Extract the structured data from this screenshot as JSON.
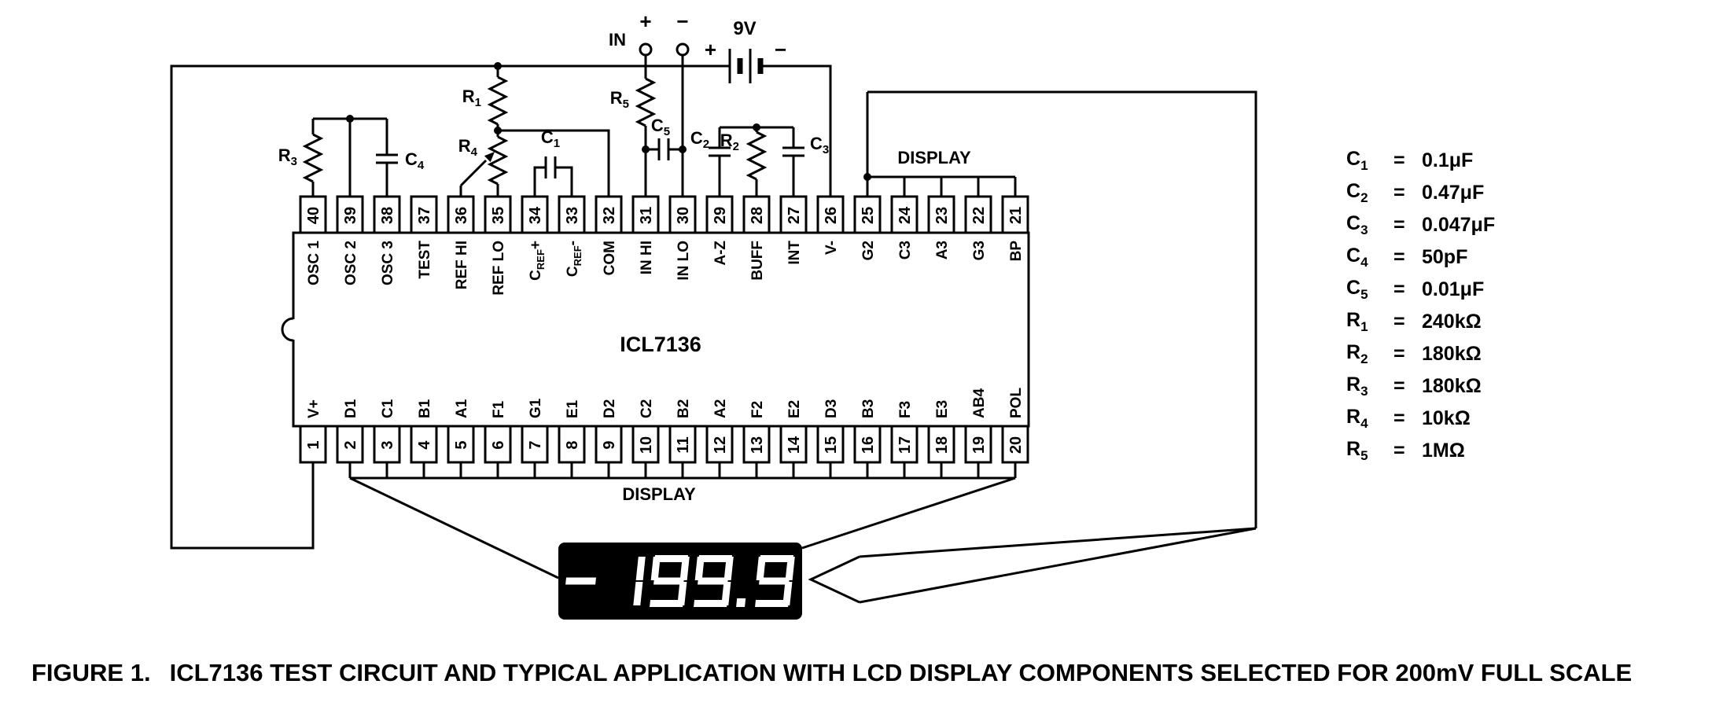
{
  "figure": {
    "caption_prefix": "FIGURE 1.",
    "caption": "ICL7136 TEST CIRCUIT AND TYPICAL APPLICATION WITH LCD DISPLAY COMPONENTS SELECTED FOR 200mV FULL SCALE"
  },
  "ic": {
    "label": "ICL7136",
    "pins_top": [
      {
        "num": "40",
        "name": "OSC 1"
      },
      {
        "num": "39",
        "name": "OSC 2"
      },
      {
        "num": "38",
        "name": "OSC 3"
      },
      {
        "num": "37",
        "name": "TEST"
      },
      {
        "num": "36",
        "name": "REF HI"
      },
      {
        "num": "35",
        "name": "REF LO"
      },
      {
        "num": "34",
        "name": "CREF+"
      },
      {
        "num": "33",
        "name": "CREF-"
      },
      {
        "num": "32",
        "name": "COM"
      },
      {
        "num": "31",
        "name": "IN HI"
      },
      {
        "num": "30",
        "name": "IN LO"
      },
      {
        "num": "29",
        "name": "A-Z"
      },
      {
        "num": "28",
        "name": "BUFF"
      },
      {
        "num": "27",
        "name": "INT"
      },
      {
        "num": "26",
        "name": "V-"
      },
      {
        "num": "25",
        "name": "G2"
      },
      {
        "num": "24",
        "name": "C3"
      },
      {
        "num": "23",
        "name": "A3"
      },
      {
        "num": "22",
        "name": "G3"
      },
      {
        "num": "21",
        "name": "BP"
      }
    ],
    "pins_bottom": [
      {
        "num": "1",
        "name": "V+"
      },
      {
        "num": "2",
        "name": "D1"
      },
      {
        "num": "3",
        "name": "C1"
      },
      {
        "num": "4",
        "name": "B1"
      },
      {
        "num": "5",
        "name": "A1"
      },
      {
        "num": "6",
        "name": "F1"
      },
      {
        "num": "7",
        "name": "G1"
      },
      {
        "num": "8",
        "name": "E1"
      },
      {
        "num": "9",
        "name": "D2"
      },
      {
        "num": "10",
        "name": "C2"
      },
      {
        "num": "11",
        "name": "B2"
      },
      {
        "num": "12",
        "name": "A2"
      },
      {
        "num": "13",
        "name": "F2"
      },
      {
        "num": "14",
        "name": "E2"
      },
      {
        "num": "15",
        "name": "D3"
      },
      {
        "num": "16",
        "name": "B3"
      },
      {
        "num": "17",
        "name": "F3"
      },
      {
        "num": "18",
        "name": "E3"
      },
      {
        "num": "19",
        "name": "AB4"
      },
      {
        "num": "20",
        "name": "POL"
      }
    ]
  },
  "power": {
    "battery_label": "9V",
    "plus": "+",
    "minus": "−"
  },
  "input": {
    "label": "IN",
    "plus": "+",
    "minus": "−"
  },
  "display": {
    "top_label": "DISPLAY",
    "bottom_label": "DISPLAY",
    "value": "-199.9"
  },
  "refs": {
    "r1": {
      "sym": "R",
      "sub": "1"
    },
    "r2": {
      "sym": "R",
      "sub": "2"
    },
    "r3": {
      "sym": "R",
      "sub": "3"
    },
    "r4": {
      "sym": "R",
      "sub": "4"
    },
    "r5": {
      "sym": "R",
      "sub": "5"
    },
    "c1": {
      "sym": "C",
      "sub": "1"
    },
    "c2": {
      "sym": "C",
      "sub": "2"
    },
    "c3": {
      "sym": "C",
      "sub": "3"
    },
    "c4": {
      "sym": "C",
      "sub": "4"
    },
    "c5": {
      "sym": "C",
      "sub": "5"
    }
  },
  "component_list": {
    "equals_sign": "=",
    "items": [
      {
        "sym": "C",
        "sub": "1",
        "value": "0.1μF"
      },
      {
        "sym": "C",
        "sub": "2",
        "value": "0.47μF"
      },
      {
        "sym": "C",
        "sub": "3",
        "value": "0.047μF"
      },
      {
        "sym": "C",
        "sub": "4",
        "value": "50pF"
      },
      {
        "sym": "C",
        "sub": "5",
        "value": "0.01μF"
      },
      {
        "sym": "R",
        "sub": "1",
        "value": "240kΩ"
      },
      {
        "sym": "R",
        "sub": "2",
        "value": "180kΩ"
      },
      {
        "sym": "R",
        "sub": "3",
        "value": "180kΩ"
      },
      {
        "sym": "R",
        "sub": "4",
        "value": "10kΩ"
      },
      {
        "sym": "R",
        "sub": "5",
        "value": "1MΩ"
      }
    ]
  },
  "colors": {
    "line": "#000000",
    "background": "#ffffff",
    "display_background": "#000000",
    "digit": "#ffffff"
  }
}
